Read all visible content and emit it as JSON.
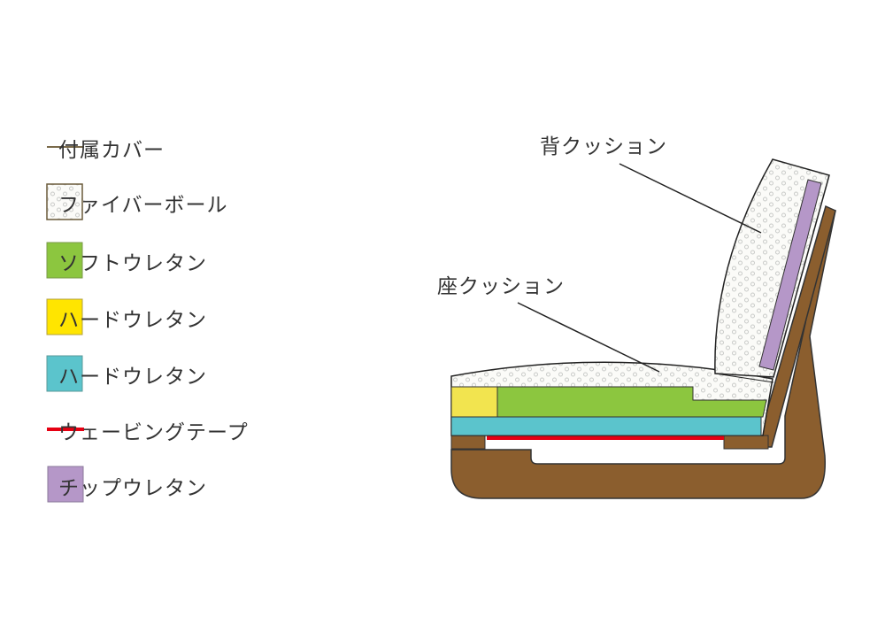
{
  "legend": [
    {
      "label": "付属カバー",
      "kind": "line",
      "color": "#7a6a4a"
    },
    {
      "label": "ファイバーボール",
      "kind": "pattern",
      "color": "#f3f3ee"
    },
    {
      "label": "ソフトウレタン",
      "kind": "box",
      "color": "#8cc63f"
    },
    {
      "label": "ハードウレタン",
      "kind": "box",
      "color": "#ffe500"
    },
    {
      "label": "ハードウレタン",
      "kind": "box",
      "color": "#5bc4cc"
    },
    {
      "label": "ウェービングテープ",
      "kind": "line",
      "color": "#e60012"
    },
    {
      "label": "チップウレタン",
      "kind": "box",
      "color": "#b597c8"
    }
  ],
  "callouts": {
    "back_cushion": "背クッション",
    "seat_cushion": "座クッション"
  },
  "colors": {
    "frame": "#8b5e2e",
    "seat_yellow": "#f2e44f",
    "soft_green": "#8cc63f",
    "hard_blue": "#5bc4cc",
    "webbing_red": "#e60012",
    "chip_purple": "#b597c8"
  }
}
